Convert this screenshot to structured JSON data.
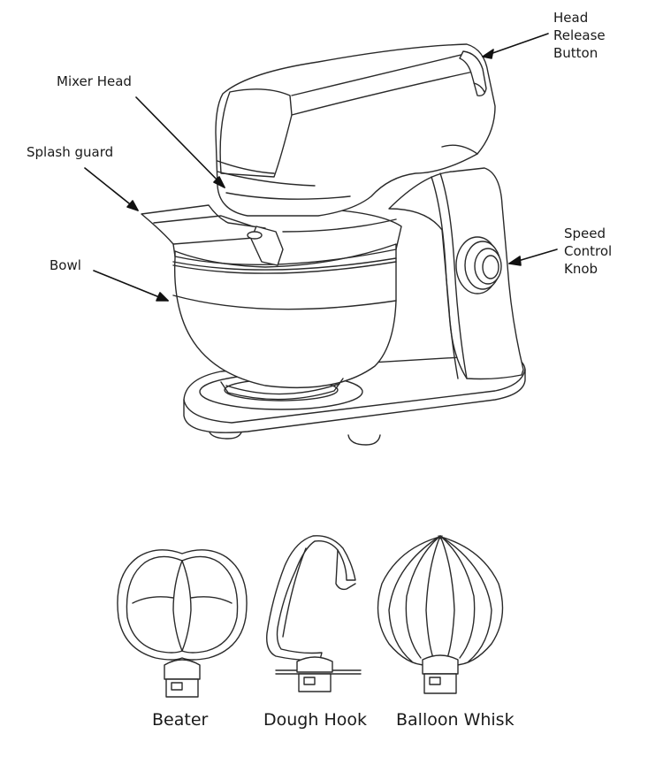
{
  "callouts": {
    "head_release": [
      "Head",
      "Release",
      "Button"
    ],
    "mixer_head": "Mixer Head",
    "splash_guard": "Splash guard",
    "bowl": "Bowl",
    "speed_knob": [
      "Speed",
      "Control",
      "Knob"
    ]
  },
  "attachments": {
    "beater": "Beater",
    "dough_hook": "Dough Hook",
    "balloon_whisk": "Balloon Whisk"
  },
  "colors": {
    "line": "#2a2a2a",
    "fill": "#ffffff"
  }
}
